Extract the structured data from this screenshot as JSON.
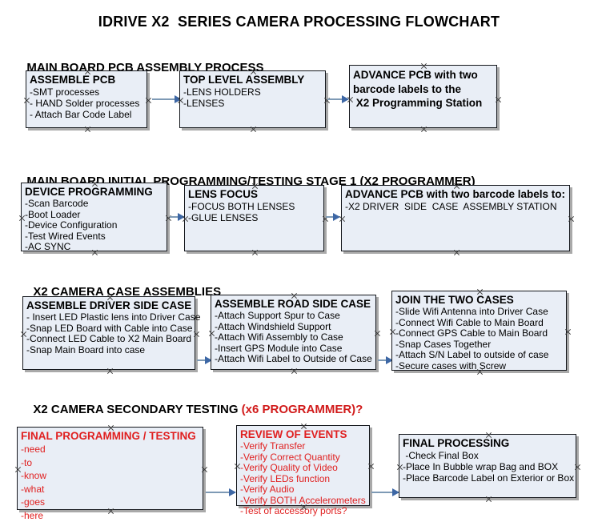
{
  "document": {
    "title": "IDRIVE X2  SERIES CAMERA PROCESSING FLOWCHART"
  },
  "sections": [
    {
      "id": "main-board-pcb-assembly",
      "heading": "MAIN BOARD PCB ASSEMBLY PROCESS",
      "heading_accent": "",
      "boxes": [
        {
          "id": "assemble-pcb",
          "title": "ASSEMBLE PCB",
          "lines": [
            "-SMT processes",
            "- HAND Solder processes",
            "- Attach Bar Code Label"
          ]
        },
        {
          "id": "top-level-assembly",
          "title": "TOP LEVEL ASSEMBLY",
          "lines": [
            "-LENS HOLDERS",
            "-LENSES"
          ]
        },
        {
          "id": "advance-pcb-programming-station",
          "title": "ADVANCE PCB with two\nbarcode labels to the\n X2 Programming Station",
          "lines": []
        }
      ]
    },
    {
      "id": "main-board-initial-programming",
      "heading": "MAIN BOARD INITIAL PROGRAMMING/TESTING STAGE 1 (X2 PROGRAMMER)",
      "heading_accent": "",
      "boxes": [
        {
          "id": "device-programming",
          "title": "DEVICE PROGRAMMING",
          "lines": [
            "-Scan Barcode",
            "-Boot Loader",
            "-Device Configuration",
            "-Test Wired Events",
            "-AC SYNC"
          ]
        },
        {
          "id": "lens-focus",
          "title": "LENS FOCUS",
          "lines": [
            "-FOCUS BOTH LENSES",
            "-GLUE LENSES"
          ]
        },
        {
          "id": "advance-pcb-driver-side-case",
          "title": "ADVANCE PCB with two barcode labels to:",
          "lines": [
            "-X2 DRIVER  SIDE  CASE  ASSEMBLY STATION"
          ]
        }
      ]
    },
    {
      "id": "x2-camera-case-assemblies",
      "heading": "X2 CAMERA CASE ASSEMBLIES",
      "heading_accent": "",
      "boxes": [
        {
          "id": "assemble-driver-side-case",
          "title": "ASSEMBLE DRIVER SIDE CASE",
          "lines": [
            "- Insert LED Plastic lens into Driver Case",
            "-Snap LED Board with Cable into Case",
            "-Connect LED Cable to X2 Main Board",
            "-Snap Main Board into case"
          ]
        },
        {
          "id": "assemble-road-side-case",
          "title": "ASSEMBLE ROAD SIDE CASE",
          "lines": [
            "-Attach Support Spur to Case",
            "-Attach Windshield Support",
            "-Attach Wifi Assembly to Case",
            "-Insert GPS Module into Case",
            "-Attach Wifi Label to Outside of Case"
          ]
        },
        {
          "id": "join-the-two-cases",
          "title": "JOIN THE TWO CASES",
          "lines": [
            "-Slide Wifi Antenna into Driver Case",
            "-Connect Wifi Cable to Main Board",
            "-Connect GPS Cable to Main Board",
            "-Snap Cases Together",
            "-Attach S/N Label to outside of case",
            "-Secure cases with Screw"
          ]
        }
      ]
    },
    {
      "id": "x2-camera-secondary-testing",
      "heading": "X2 CAMERA SECONDARY TESTING ",
      "heading_accent": "(x6 PROGRAMMER)?",
      "boxes": [
        {
          "id": "final-programming-testing",
          "title": "FINAL PROGRAMMING / TESTING",
          "lines": [
            "-need",
            "-to",
            "-know",
            "-what",
            "-goes",
            "-here"
          ]
        },
        {
          "id": "review-of-events",
          "title": "REVIEW OF EVENTS",
          "lines": [
            "-Verify Transfer",
            "-Verify Correct Quantity",
            "-Verify Quality of Video",
            "-Verify LEDs function",
            "-Verify Audio",
            "-Verify BOTH Accelerometers",
            "-Test of accessory ports?"
          ]
        },
        {
          "id": "final-processing",
          "title": "FINAL PROCESSING",
          "lines": [
            " -Check Final Box",
            "-Place In Bubble wrap Bag and BOX",
            "-Place Barcode Label on Exterior or Box"
          ]
        }
      ]
    }
  ],
  "colors": {
    "box_fill": "#e9eef6",
    "box_border": "#14171c",
    "box_shadow": "#a9a9a9",
    "accent_red": "#e02020",
    "heading_accent_red": "#d11a1a",
    "connector_line": "#7e9ab5",
    "connector_head": "#3d67a5"
  }
}
